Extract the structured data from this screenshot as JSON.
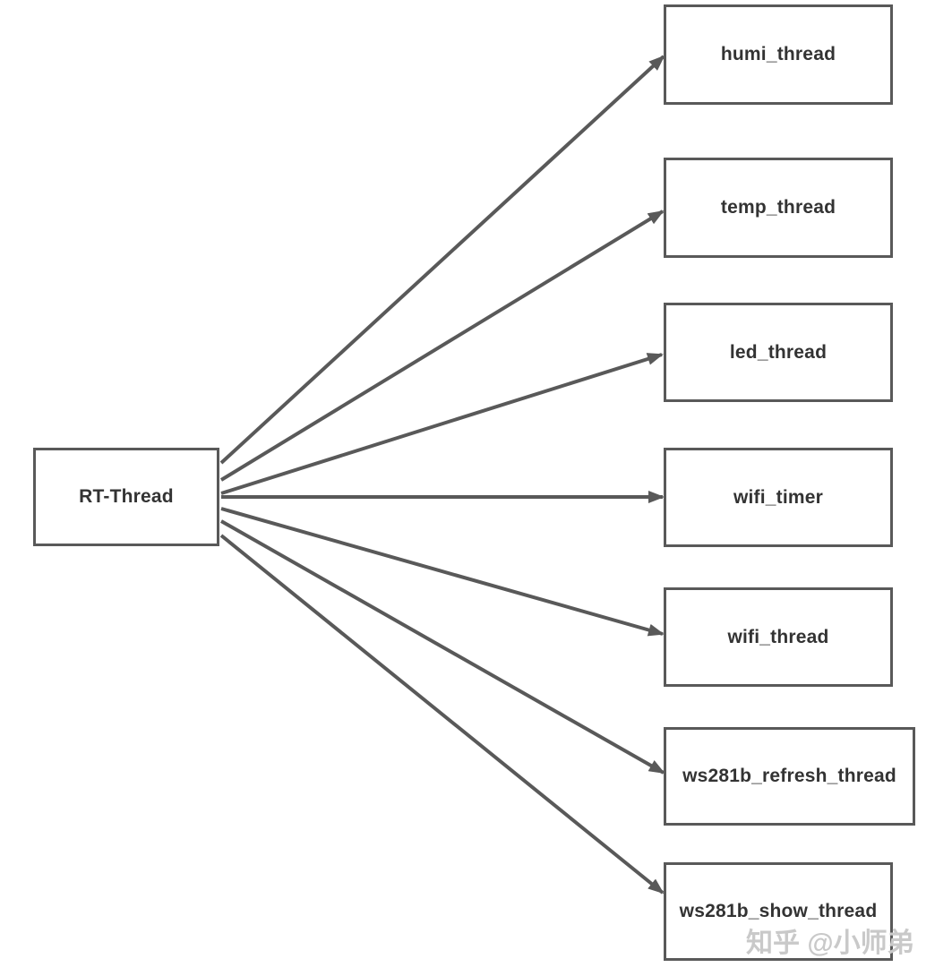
{
  "diagram": {
    "root": {
      "label": "RT-Thread"
    },
    "targets": [
      {
        "label": "humi_thread"
      },
      {
        "label": "temp_thread"
      },
      {
        "label": "led_thread"
      },
      {
        "label": "wifi_timer"
      },
      {
        "label": "wifi_thread"
      },
      {
        "label": "ws281b_refresh_thread"
      },
      {
        "label": "ws281b_show_thread"
      }
    ],
    "edges": [
      {
        "from": "RT-Thread",
        "to": "humi_thread"
      },
      {
        "from": "RT-Thread",
        "to": "temp_thread"
      },
      {
        "from": "RT-Thread",
        "to": "led_thread"
      },
      {
        "from": "RT-Thread",
        "to": "wifi_timer"
      },
      {
        "from": "RT-Thread",
        "to": "wifi_thread"
      },
      {
        "from": "RT-Thread",
        "to": "ws281b_refresh_thread"
      },
      {
        "from": "RT-Thread",
        "to": "ws281b_show_thread"
      }
    ],
    "colors": {
      "stroke": "#595959",
      "text": "#333333",
      "background": "#ffffff"
    }
  },
  "watermark": {
    "text": "知乎 @小师弟",
    "color": "#c9c9c9"
  }
}
